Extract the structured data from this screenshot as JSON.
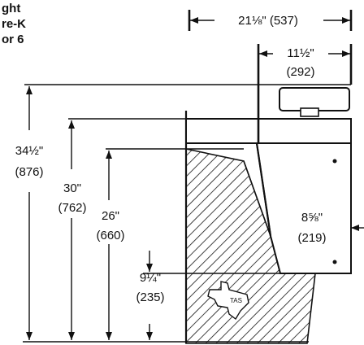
{
  "title_lines": [
    "ght",
    "re-K",
    "or 6"
  ],
  "dimensions": {
    "overall_width": "21⅛\" (537)",
    "spout_reach_in": "11½\"",
    "spout_reach_mm": "(292)",
    "rim_height_in": "34½\"",
    "rim_height_mm": "(876)",
    "underside_height_in": "30\"",
    "underside_height_mm": "(762)",
    "knee_height_in": "26\"",
    "knee_height_mm": "(660)",
    "toe_height_in": "9¼\"",
    "toe_height_mm": "(235)",
    "depth_in": "8⅝\"",
    "depth_mm": "(219)"
  },
  "seal": {
    "label": "TAS"
  },
  "colors": {
    "ink": "#111111",
    "background": "#ffffff"
  }
}
